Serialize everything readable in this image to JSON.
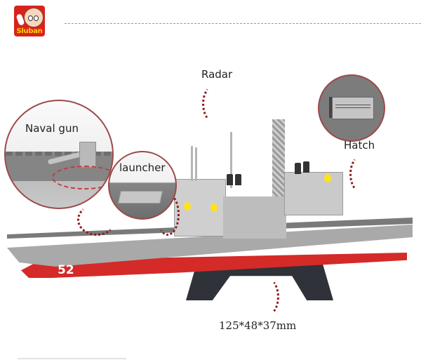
{
  "brand": {
    "name": "Sluban",
    "logo_icon": "mascot-logo",
    "colors": {
      "background": "#d8231d",
      "text": "#ffd200"
    }
  },
  "callouts": {
    "naval_gun": "Naval gun",
    "launcher": "launcher",
    "radar": "Radar",
    "hatch": "Hatch"
  },
  "ship": {
    "hull_number": "52",
    "colors": {
      "hull_red": "#d42a28",
      "hull_grey": "#a9a9a9",
      "stand": "#2f3238",
      "emblem": "#ffe31a"
    }
  },
  "dimensions": "125*48*37mm",
  "accent": {
    "arrow_color": "#8e1b1b",
    "circle_border": "#9b4a4a"
  }
}
